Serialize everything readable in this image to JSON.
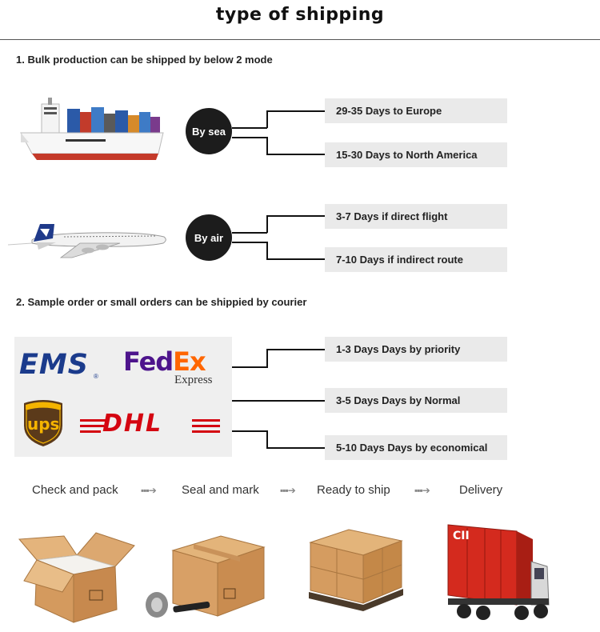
{
  "title": "type of shipping",
  "sections": {
    "bulk_heading": "1. Bulk production can be shipped by below 2 mode",
    "courier_heading": "2. Sample order or small orders can be shippied by courier"
  },
  "sea": {
    "label": "By sea",
    "options": [
      "29-35 Days to Europe",
      "15-30 Days to North America"
    ]
  },
  "air": {
    "label": "By air",
    "options": [
      "3-7 Days if direct flight",
      "7-10 Days if indirect route"
    ]
  },
  "courier": {
    "options": [
      "1-3 Days Days by priority",
      "3-5 Days Days by Normal",
      "5-10 Days Days by economical"
    ],
    "logos": {
      "ems": "EMS",
      "fedex_fed": "Fed",
      "fedex_ex": "Ex",
      "fedex_express": "Express",
      "ups": "ups",
      "dhl": "DHL"
    }
  },
  "steps": [
    "Check and pack",
    "Seal and mark",
    "Ready to ship",
    "Delivery"
  ],
  "container_mark": "CII",
  "colors": {
    "circle": "#1c1c1c",
    "box_bg": "#eaeaea",
    "fedex_purple": "#4d148c",
    "fedex_orange": "#ff6600",
    "ems_blue": "#1b3b8c",
    "dhl_red": "#d40511",
    "ups_brown": "#5b3a1a",
    "ups_gold": "#f5b400",
    "container_red": "#d42a1e",
    "cardboard": "#d9a872"
  }
}
